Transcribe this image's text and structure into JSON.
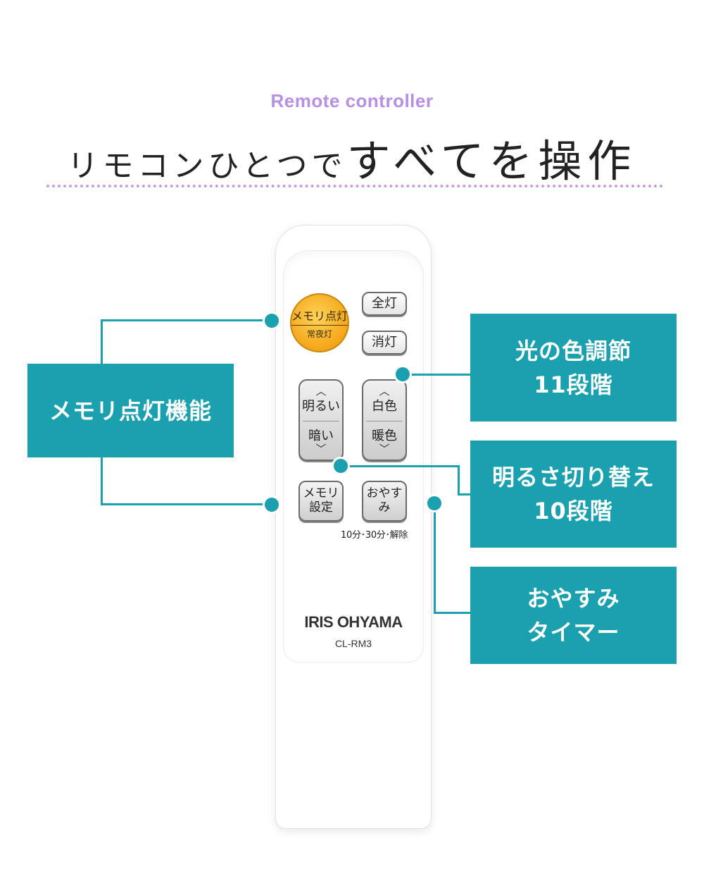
{
  "header": {
    "subtitle": "Remote controller",
    "title_part1": "リモコンひとつで",
    "title_part2": "すべてを操作"
  },
  "remote": {
    "memory_button": {
      "line1": "メモリ点灯",
      "line2": "常夜灯"
    },
    "all_on_label": "全灯",
    "off_label": "消灯",
    "brightness_up_label": "明るい",
    "brightness_down_label": "暗い",
    "color_white_label": "白色",
    "color_warm_label": "暖色",
    "memory_set_line1": "メモリ",
    "memory_set_line2": "設定",
    "sleep_label": "おやすみ",
    "timer_note": "10分･30分･解除",
    "brand": "IRIS OHYAMA",
    "model": "CL-RM3"
  },
  "callouts": {
    "memory": "メモリ点灯機能",
    "color_line1": "光の色調節",
    "color_line2": "11段階",
    "brightness_line1": "明るさ切り替え",
    "brightness_line2": "10段階",
    "sleep_line1": "おやすみ",
    "sleep_line2": "タイマー"
  },
  "colors": {
    "accent": "#1aa0ae",
    "subtitle": "#b98ee6",
    "memory_button": "#f4a618"
  },
  "icons": {
    "up": "chevron-up-icon",
    "down": "chevron-down-icon"
  }
}
